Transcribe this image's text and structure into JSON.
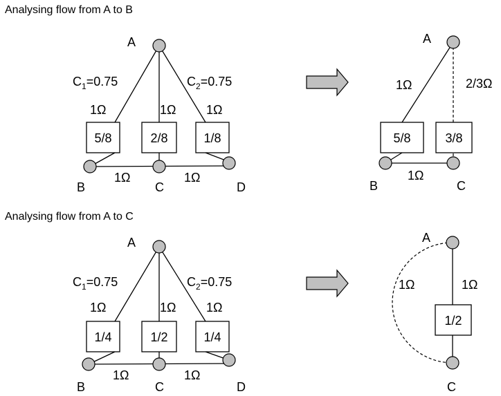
{
  "headings": {
    "ab": "Analysing flow from A to B",
    "ac": "Analysing flow from A to C"
  },
  "labels": {
    "A": "A",
    "B": "B",
    "C": "C",
    "D": "D",
    "c1": "C",
    "c1_sub": "1",
    "c2": "C",
    "c2_sub": "2",
    "cap_value": "=0.75",
    "r1": "1Ω",
    "r_two_thirds": "2/3Ω"
  },
  "ab_diagram": {
    "box_left": "5/8",
    "box_mid": "2/8",
    "box_right": "1/8"
  },
  "ab_reduced": {
    "box_left": "5/8",
    "box_right": "3/8"
  },
  "ac_diagram": {
    "box_left": "1/4",
    "box_mid": "1/2",
    "box_right": "1/4"
  },
  "ac_reduced": {
    "box": "1/2"
  },
  "colors": {
    "node_fill": "#c0c0c0",
    "arrow_fill": "#c0c0c0",
    "line": "#000000"
  }
}
